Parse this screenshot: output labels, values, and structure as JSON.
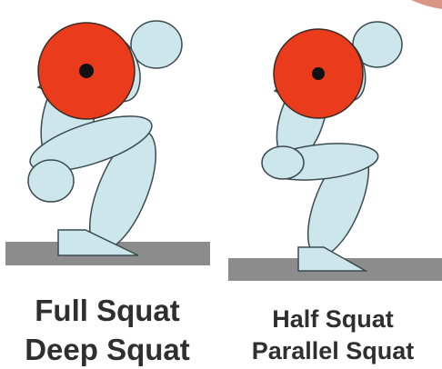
{
  "panels": [
    {
      "id": "full-squat",
      "caption_lines": [
        "Full Squat",
        "Deep Squat"
      ]
    },
    {
      "id": "half-squat",
      "caption_lines": [
        "Half Squat",
        "Parallel Squat"
      ]
    }
  ],
  "colors": {
    "body_fill": "#cde6ec",
    "body_stroke": "#3a4a50",
    "plate_fill": "#ea3c1c",
    "plate_center": "#111111",
    "floor": "#8c8c8c",
    "text": "#2f2f2f",
    "background": "#ffffff"
  }
}
